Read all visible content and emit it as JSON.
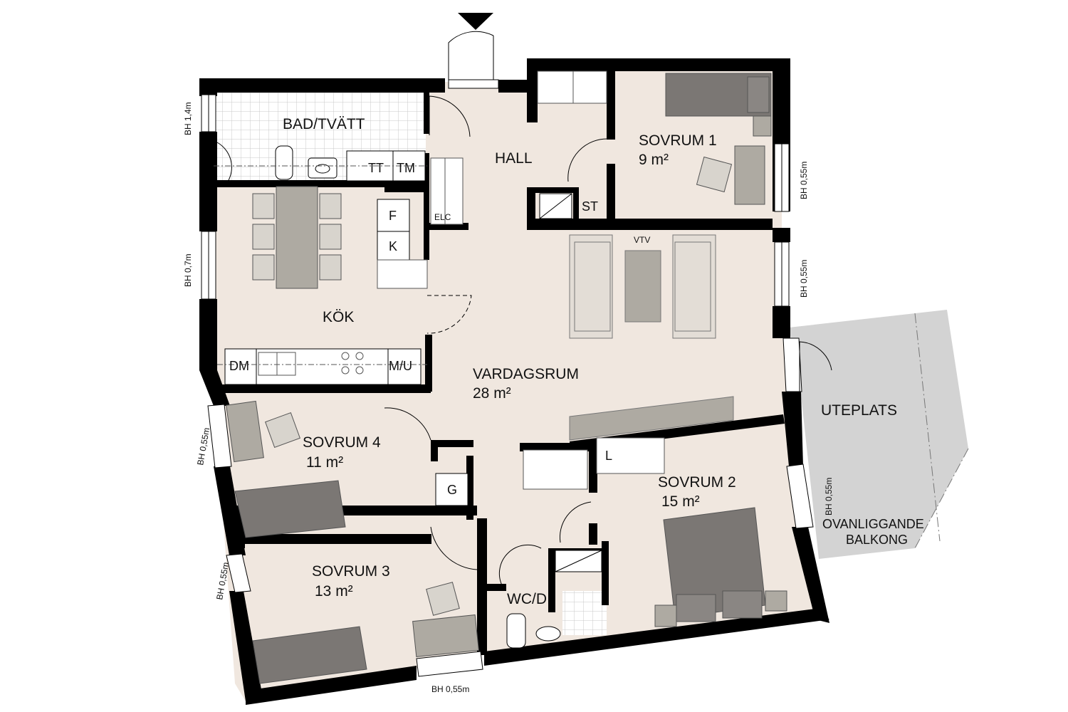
{
  "rooms": {
    "bad": "BAD/TVÄTT",
    "hall": "HALL",
    "kok": "KÖK",
    "sovrum1": "SOVRUM 1",
    "sovrum1_area": "9 m²",
    "vardagsrum": "VARDAGSRUM",
    "vardagsrum_area": "28 m²",
    "sovrum2": "SOVRUM 2",
    "sovrum2_area": "15 m²",
    "sovrum3": "SOVRUM 3",
    "sovrum3_area": "13 m²",
    "sovrum4": "SOVRUM 4",
    "sovrum4_area": "11 m²",
    "wcd": "WC/D",
    "uteplats": "UTEPLATS",
    "balkong_line1": "OVANLIGGANDE",
    "balkong_line2": "BALKONG"
  },
  "fixtures": {
    "tt": "TT",
    "tm": "TM",
    "st": "ST",
    "f": "F",
    "k": "K",
    "elc": "ELC",
    "dm": "DM",
    "mu": "M/U",
    "l": "L",
    "g": "G",
    "vtv": "VTV"
  },
  "window_heights": {
    "bad": "BH 1,4m",
    "kok": "BH 0,7m",
    "sovrum1": "BH 0,55m",
    "vardagsrum": "BH 0,55m",
    "sovrum4": "BH 0,55m",
    "sovrum3": "BH 0,55m",
    "sovrum2": "BH 0,55m",
    "bottom": "BH 0,55m"
  },
  "colors": {
    "floor": "#f0e7df",
    "wall": "#000000",
    "furniture": "#aeaaa2",
    "bed": "#7b7774",
    "uteplats": "#d3d3d3",
    "tile_grid": "#c9c9c9"
  }
}
